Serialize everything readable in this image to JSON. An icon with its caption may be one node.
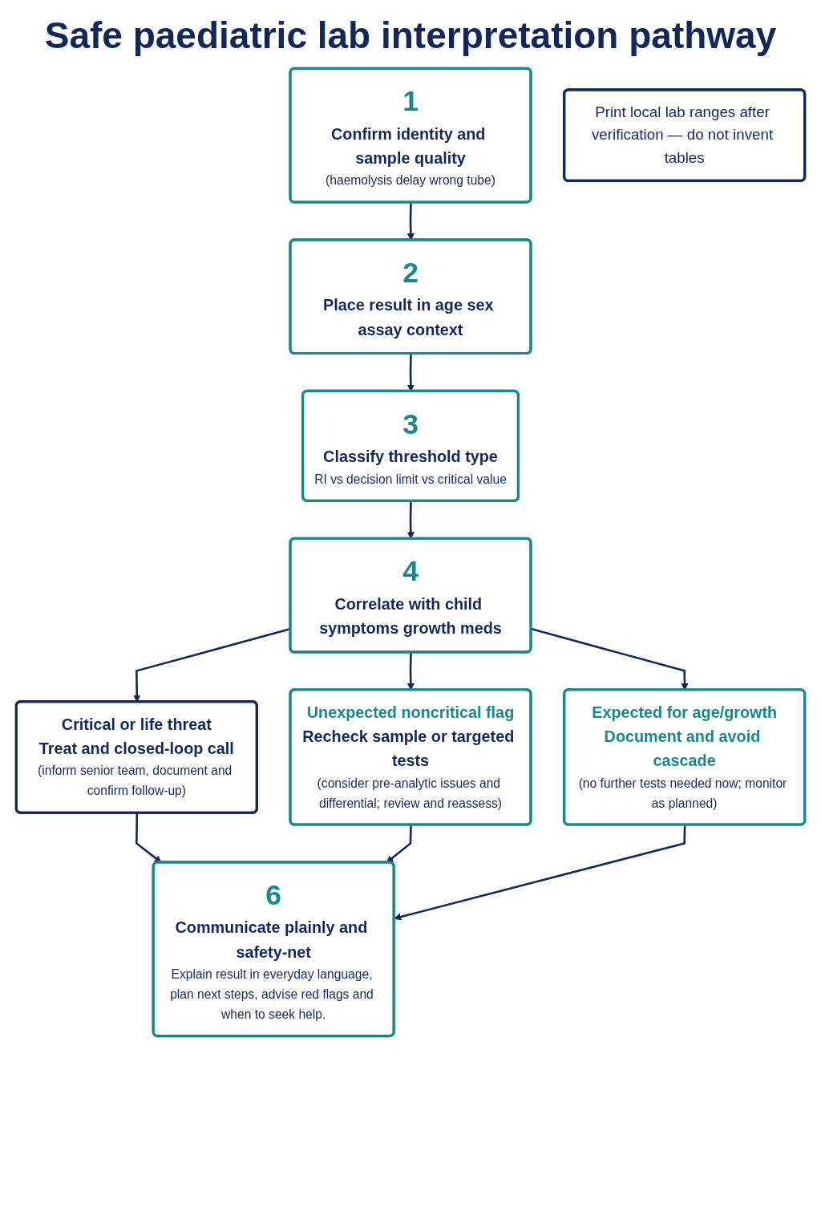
{
  "diagram": {
    "title": "Safe paediatric lab interpretation pathway",
    "nodes": [
      {
        "text": [
          "1",
          "Confirm identity and sample quality",
          "(haemolysis delay wrong tube)"
        ]
      },
      {
        "text": [
          "2",
          "Place result in age sex assay context"
        ]
      },
      {
        "text": [
          "3",
          "Classify threshold type",
          "RI vs decision limit vs critical value"
        ]
      },
      {
        "text": [
          "4",
          "Correlate with child symptoms growth meds"
        ]
      },
      {
        "text": [
          "Critical or life threat",
          "Treat and closed-loop call",
          "(inform senior team, document and confirm follow-up)"
        ]
      },
      {
        "text": [
          "Unexpected noncritical flag",
          "Recheck sample or targeted tests",
          "(consider pre-analytic issues and differential; review and reassess)"
        ]
      },
      {
        "text": [
          "Expected for age/growth",
          "Document and avoid cascade",
          "(no further tests needed now; monitor as planned)"
        ]
      },
      {
        "text": [
          "6",
          "Communicate plainly and safety-net",
          "Explain result in everyday language, plan next steps, advise red flags and when to seek help."
        ]
      },
      {
        "text": [
          "Print local lab ranges after verification — do not invent tables"
        ]
      }
    ],
    "edges": [
      {
        "from": 0,
        "to": 1,
        "arrow": "to"
      },
      {
        "from": 1,
        "to": 2,
        "arrow": "to"
      },
      {
        "from": 2,
        "to": 3,
        "arrow": "to"
      },
      {
        "from": 3,
        "to": 4,
        "arrow": "to"
      },
      {
        "from": 3,
        "to": 5,
        "arrow": "to"
      },
      {
        "from": 3,
        "to": 6,
        "arrow": "to"
      },
      {
        "from": 4,
        "to": 7,
        "arrow": "to"
      },
      {
        "from": 5,
        "to": 7,
        "arrow": "to"
      },
      {
        "from": 6,
        "to": 7,
        "arrow": "to"
      }
    ]
  }
}
